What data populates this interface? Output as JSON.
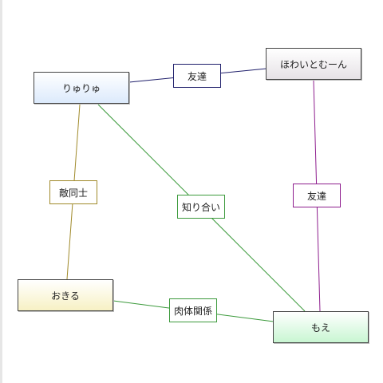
{
  "nodes": [
    {
      "id": "ryuryu",
      "label": "りゅりゅ",
      "fill_top": "#ffffff",
      "fill_bottom": "#dceafc",
      "border": "#444444"
    },
    {
      "id": "howaitomuun",
      "label": "ほわいとむーん",
      "fill_top": "#ffffff",
      "fill_bottom": "#e6e2e6",
      "border": "#444444"
    },
    {
      "id": "okiru",
      "label": "おきる",
      "fill_top": "#ffffff",
      "fill_bottom": "#f7f1c4",
      "border": "#444444"
    },
    {
      "id": "moe",
      "label": "もえ",
      "fill_top": "#ffffff",
      "fill_bottom": "#c8f6d2",
      "border": "#444444"
    }
  ],
  "edges": [
    {
      "id": "friend-1",
      "from": "ryuryu",
      "to": "howaitomuun",
      "label": "友達",
      "color": "#1f1f6b"
    },
    {
      "id": "rival",
      "from": "ryuryu",
      "to": "okiru",
      "label": "敵同士",
      "color": "#a08a2a"
    },
    {
      "id": "acquaintance",
      "from": "ryuryu",
      "to": "moe",
      "label": "知り合い",
      "color": "#3c9a3c"
    },
    {
      "id": "friend-2",
      "from": "howaitomuun",
      "to": "moe",
      "label": "友達",
      "color": "#8e1e8e"
    },
    {
      "id": "physical",
      "from": "okiru",
      "to": "moe",
      "label": "肉体関係",
      "color": "#3c9a3c"
    }
  ]
}
